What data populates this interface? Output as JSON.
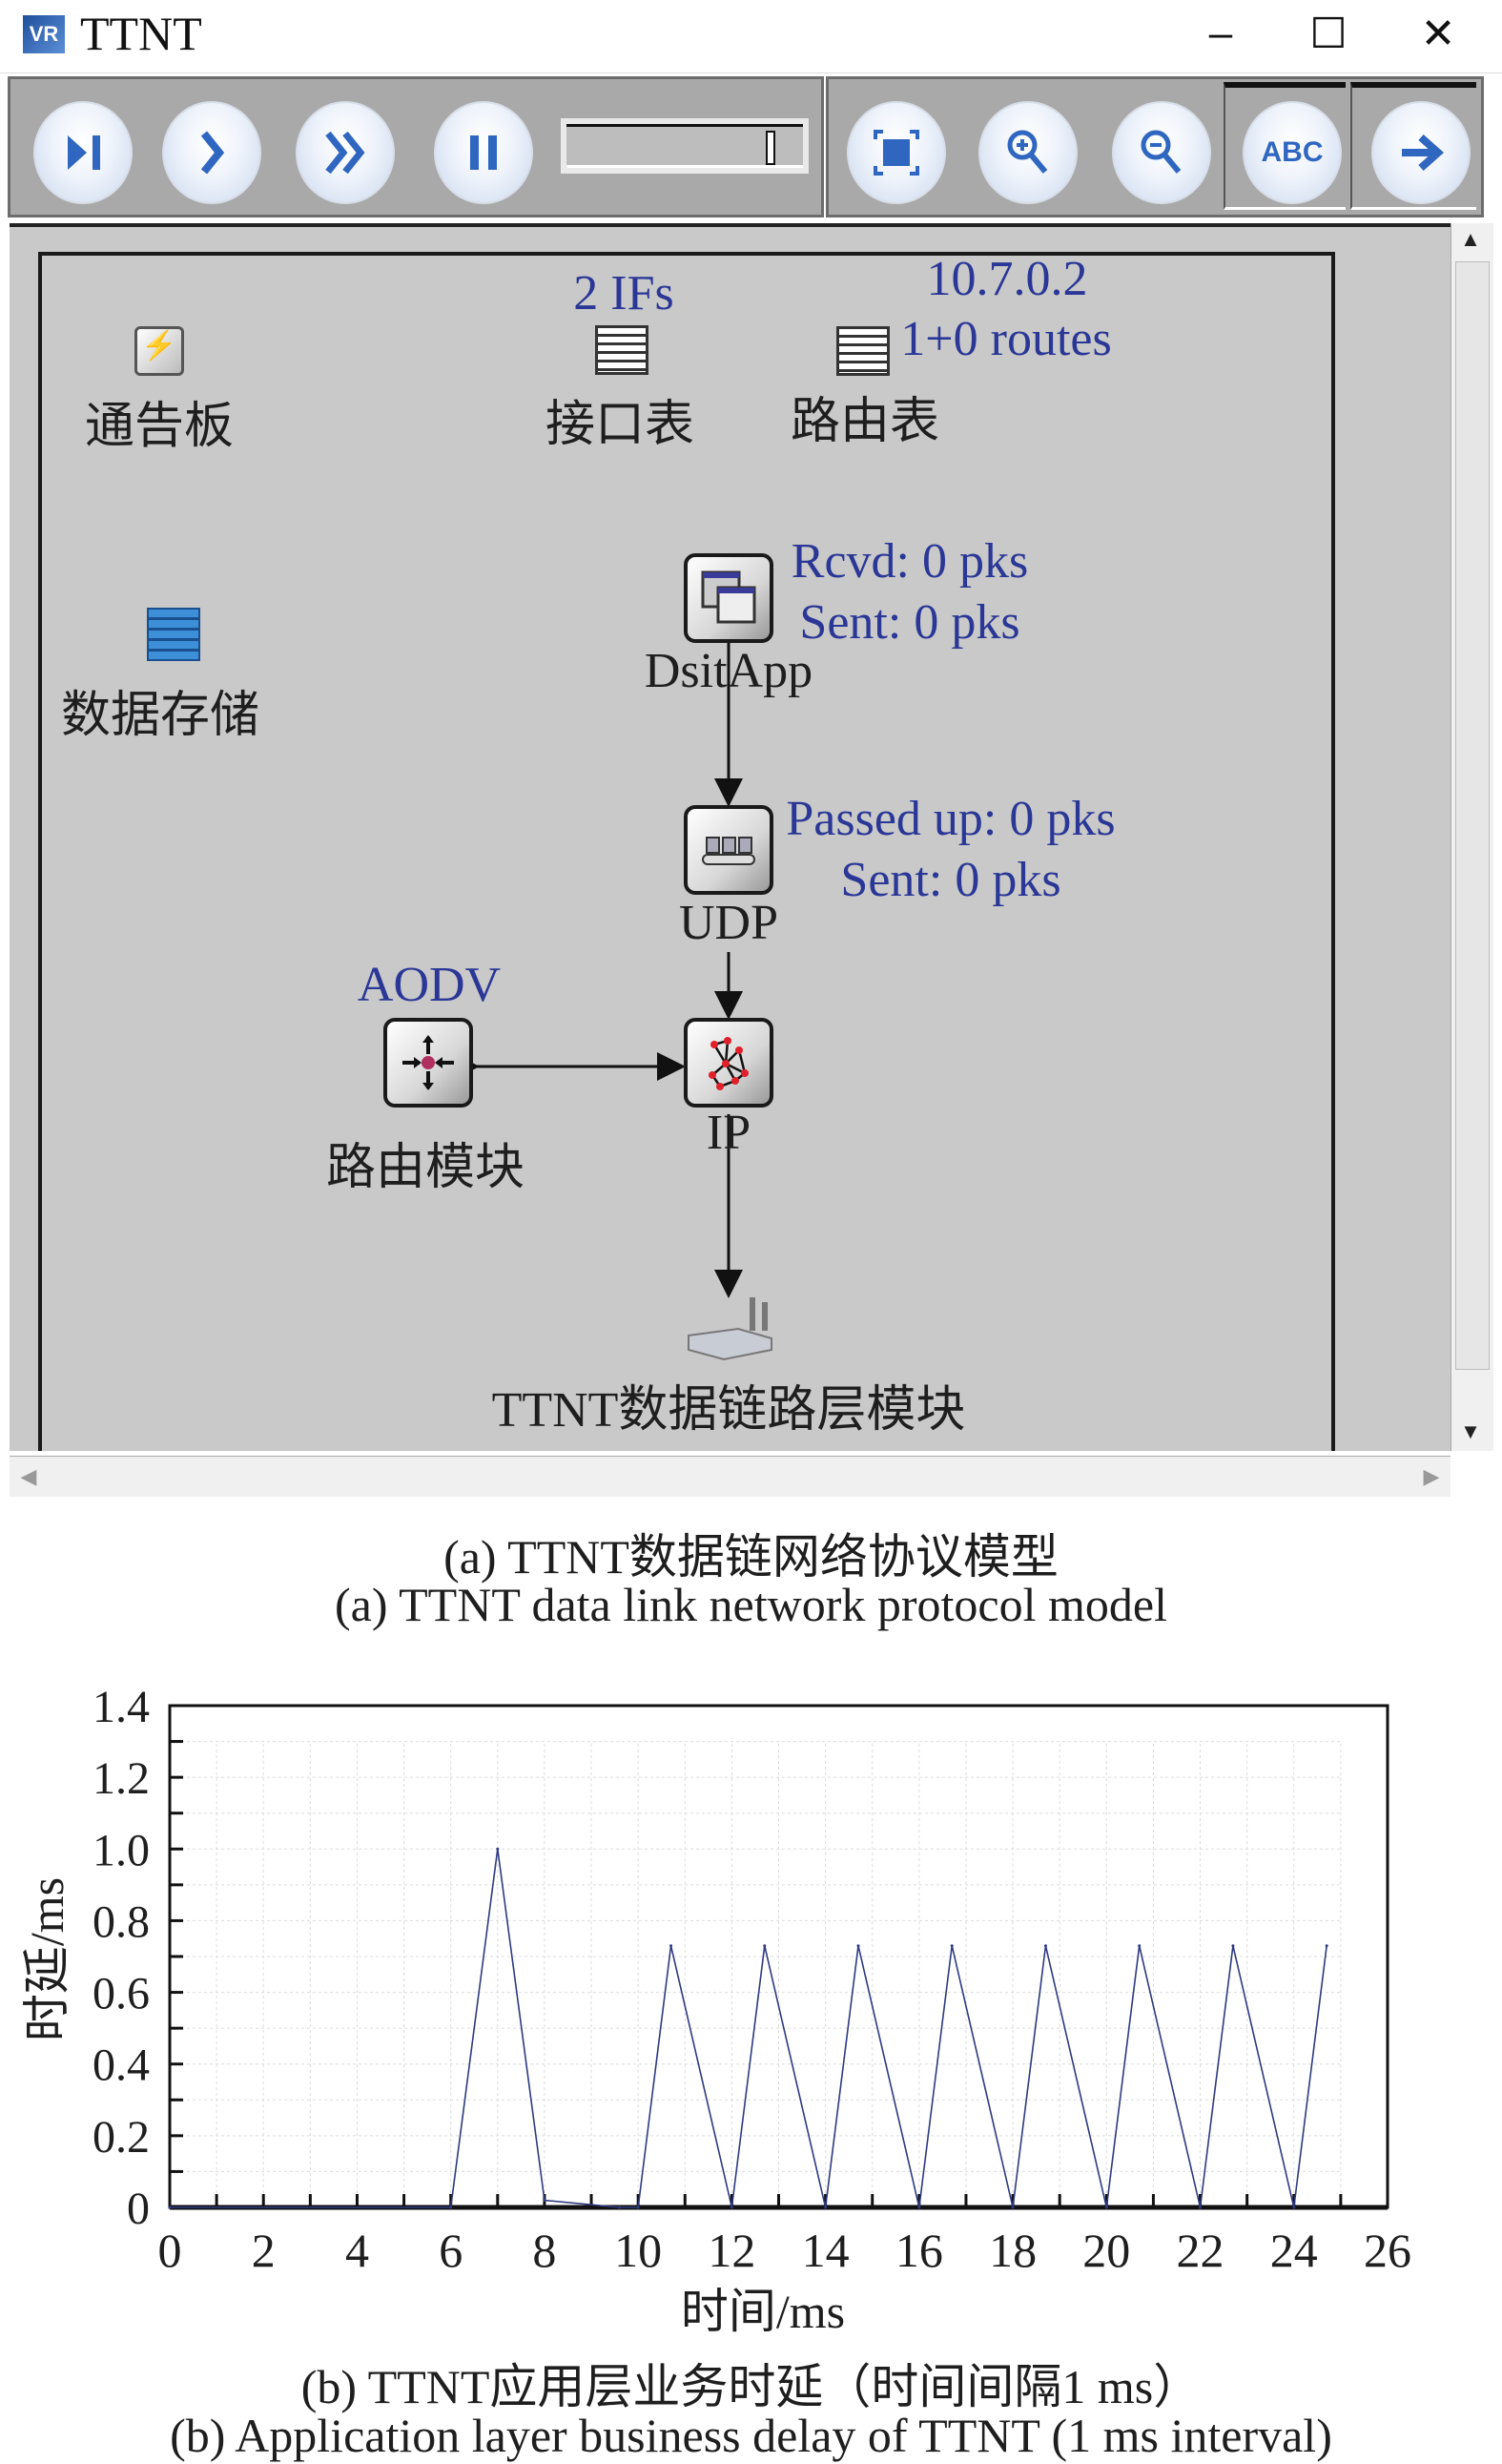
{
  "window": {
    "title": "TTNT",
    "app_icon": "vr-logo-icon",
    "minimize": "–",
    "maximize": "☐",
    "close": "✕"
  },
  "toolbar": {
    "buttons": [
      "step-icon",
      "run-icon",
      "fast-run-icon",
      "pause-icon",
      "fit-window-icon",
      "zoom-in-icon",
      "zoom-out-icon",
      "abc-icon",
      "forward-arrow-icon"
    ],
    "abc_label": "ABC",
    "speed_slider_value": 0.95
  },
  "canvas": {
    "bulletin": {
      "label": "通告板"
    },
    "iftable": {
      "label": "接口表",
      "info": "2 IFs"
    },
    "routing_table": {
      "label": "路由表",
      "address": "10.7.0.2",
      "info": "1+0 routes"
    },
    "storage": {
      "label": "数据存储"
    },
    "app": {
      "label": "DsitApp",
      "rcvd": "Rcvd: 0 pks",
      "sent": "Sent: 0 pks"
    },
    "udp": {
      "label": "UDP",
      "passed": "Passed up: 0 pks",
      "sent": "Sent: 0 pks"
    },
    "routing": {
      "label": "路由模块",
      "protocol": "AODV"
    },
    "ip": {
      "label": "IP"
    },
    "link": {
      "label": "TTNT数据链路层模块"
    }
  },
  "captions": {
    "a_cn": "(a) TTNT数据链网络协议模型",
    "a_en": "(a) TTNT data link network protocol model",
    "b_cn": "(b) TTNT应用层业务时延（时间间隔1 ms）",
    "b_en": "(b) Application layer business delay of TTNT (1 ms interval)"
  },
  "chart_data": {
    "type": "line",
    "title": "",
    "xlabel": "时间/ms",
    "ylabel": "时延/ms",
    "xlim": [
      0,
      26
    ],
    "ylim": [
      0,
      1.4
    ],
    "xticks": [
      "0",
      "2",
      "4",
      "6",
      "8",
      "10",
      "12",
      "14",
      "16",
      "18",
      "20",
      "22",
      "24",
      "26"
    ],
    "yticks": [
      "0",
      "0.2",
      "0.4",
      "0.6",
      "0.8",
      "1.0",
      "1.2",
      "1.4"
    ],
    "grid": true,
    "color": "#2e3a80",
    "x": [
      0,
      6,
      7,
      8,
      9.6,
      10,
      10.7,
      12,
      12.7,
      14,
      14.7,
      16,
      16.7,
      18,
      18.7,
      20,
      20.7,
      22,
      22.7,
      24,
      24.7
    ],
    "y": [
      0,
      0,
      1.0,
      0.02,
      0,
      0,
      0.73,
      0,
      0.73,
      0,
      0.73,
      0,
      0.73,
      0,
      0.73,
      0,
      0.73,
      0,
      0.73,
      0,
      0.73
    ]
  }
}
